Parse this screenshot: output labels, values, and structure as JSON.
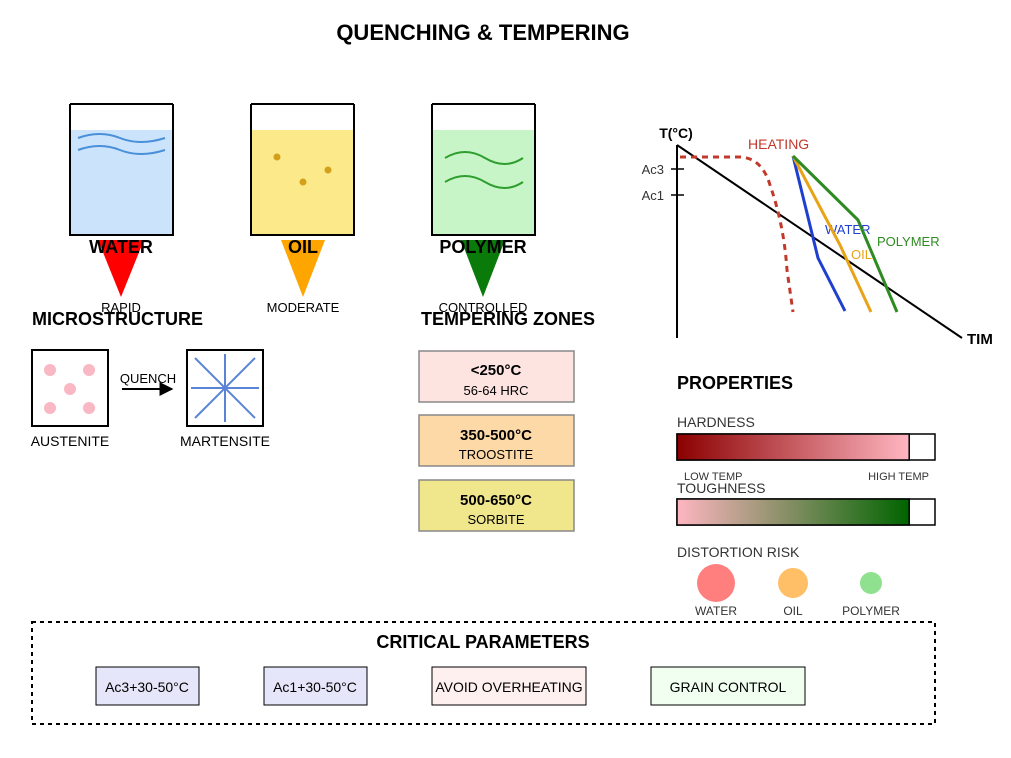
{
  "title": "QUENCHING & TEMPERING",
  "baths": [
    {
      "label": "WATER",
      "rate": "RAPID",
      "fill": "#cce4fb",
      "accent": "#4a90d9",
      "funnel": "#ff0000"
    },
    {
      "label": "OIL",
      "rate": "MODERATE",
      "fill": "#fbe98a",
      "accent": "#d4a01a",
      "funnel": "#ffa500"
    },
    {
      "label": "POLYMER",
      "rate": "CONTROLLED",
      "fill": "#c8f5c8",
      "accent": "#2e9e2e",
      "funnel": "#0a7a0a"
    }
  ],
  "microstructure": {
    "heading": "MICROSTRUCTURE",
    "from": "AUSTENITE",
    "arrow": "QUENCH",
    "to": "MARTENSITE"
  },
  "tempering": {
    "heading": "TEMPERING ZONES",
    "zones": [
      {
        "range": "<250°C",
        "result": "56-64 HRC",
        "fill": "#fde4e1"
      },
      {
        "range": "350-500°C",
        "result": "TROOSTITE",
        "fill": "#fcd9a6"
      },
      {
        "range": "500-650°C",
        "result": "SORBITE",
        "fill": "#f0e68c"
      }
    ]
  },
  "cooling_chart": {
    "y_axis": "T(°C)",
    "x_axis": "TIM",
    "ticks": [
      "Ac3",
      "Ac1"
    ],
    "curves": [
      {
        "name": "HEATING",
        "color": "#c0392b"
      },
      {
        "name": "WATER",
        "color": "#1f3fd1"
      },
      {
        "name": "OIL",
        "color": "#e8a317"
      },
      {
        "name": "POLYMER",
        "color": "#2e8b22"
      }
    ]
  },
  "properties": {
    "heading": "PROPERTIES",
    "hardness": {
      "label": "HARDNESS",
      "low": "LOW TEMP",
      "high": "HIGH TEMP",
      "fill": 0.9
    },
    "toughness": {
      "label": "TOUGHNESS",
      "fill": 0.9
    },
    "distortion": {
      "label": "DISTORTION RISK",
      "items": [
        {
          "name": "WATER",
          "color": "#ff7f7f"
        },
        {
          "name": "OIL",
          "color": "#ffbf66"
        },
        {
          "name": "POLYMER",
          "color": "#8fe08f"
        }
      ]
    }
  },
  "critical": {
    "heading": "CRITICAL PARAMETERS",
    "items": [
      {
        "label": "Ac3+30-50°C",
        "fill": "#e6e6fa"
      },
      {
        "label": "Ac1+30-50°C",
        "fill": "#e6e6fa"
      },
      {
        "label": "AVOID OVERHEATING",
        "fill": "#fff0f0"
      },
      {
        "label": "GRAIN CONTROL",
        "fill": "#f0fff0"
      }
    ]
  }
}
